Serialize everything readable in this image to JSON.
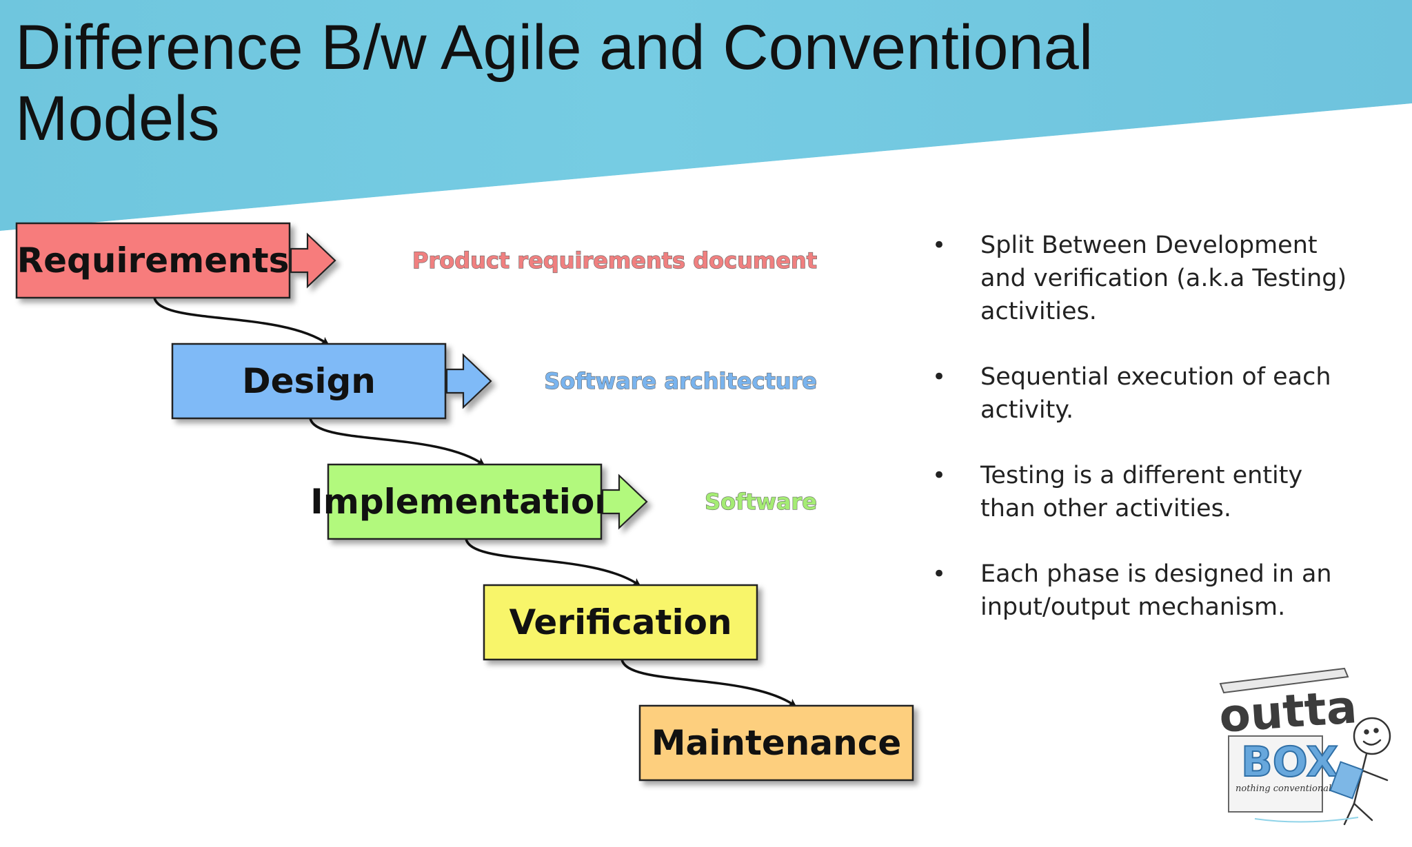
{
  "slide": {
    "title": "Difference B/w Agile and Conventional Models",
    "colors": {
      "banner": "#76cce3",
      "background": "#ffffff"
    }
  },
  "diagram": {
    "type": "waterfall",
    "phases": [
      {
        "label": "Requirements",
        "fill": "#f77b7b",
        "artifact": "Product requirements document",
        "artifact_color": "#f08080"
      },
      {
        "label": "Design",
        "fill": "#7fbaf7",
        "artifact": "Software architecture",
        "artifact_color": "#7ab4ee"
      },
      {
        "label": "Implementation",
        "fill": "#b2f97d",
        "artifact": "Software",
        "artifact_color": "#a5ec74"
      },
      {
        "label": "Verification",
        "fill": "#f8f56a",
        "artifact": "",
        "artifact_color": ""
      },
      {
        "label": "Maintenance",
        "fill": "#fdcf7e",
        "artifact": "",
        "artifact_color": ""
      }
    ]
  },
  "bullets": [
    {
      "marker": "•",
      "text": "Split Between Development and verification (a.k.a Testing) activities."
    },
    {
      "marker": "•",
      "text": "Sequential execution of each activity."
    },
    {
      "marker": "•",
      "text": "Testing is a different entity than other activities."
    },
    {
      "marker": "•",
      "text": "Each phase is designed in an input/output mechanism."
    }
  ],
  "logo": {
    "word1": "outta",
    "word2": "BOX",
    "tagline": "nothing conventional",
    "colors": {
      "outta": "#3c3c3c",
      "box": "#67a7dc"
    }
  }
}
